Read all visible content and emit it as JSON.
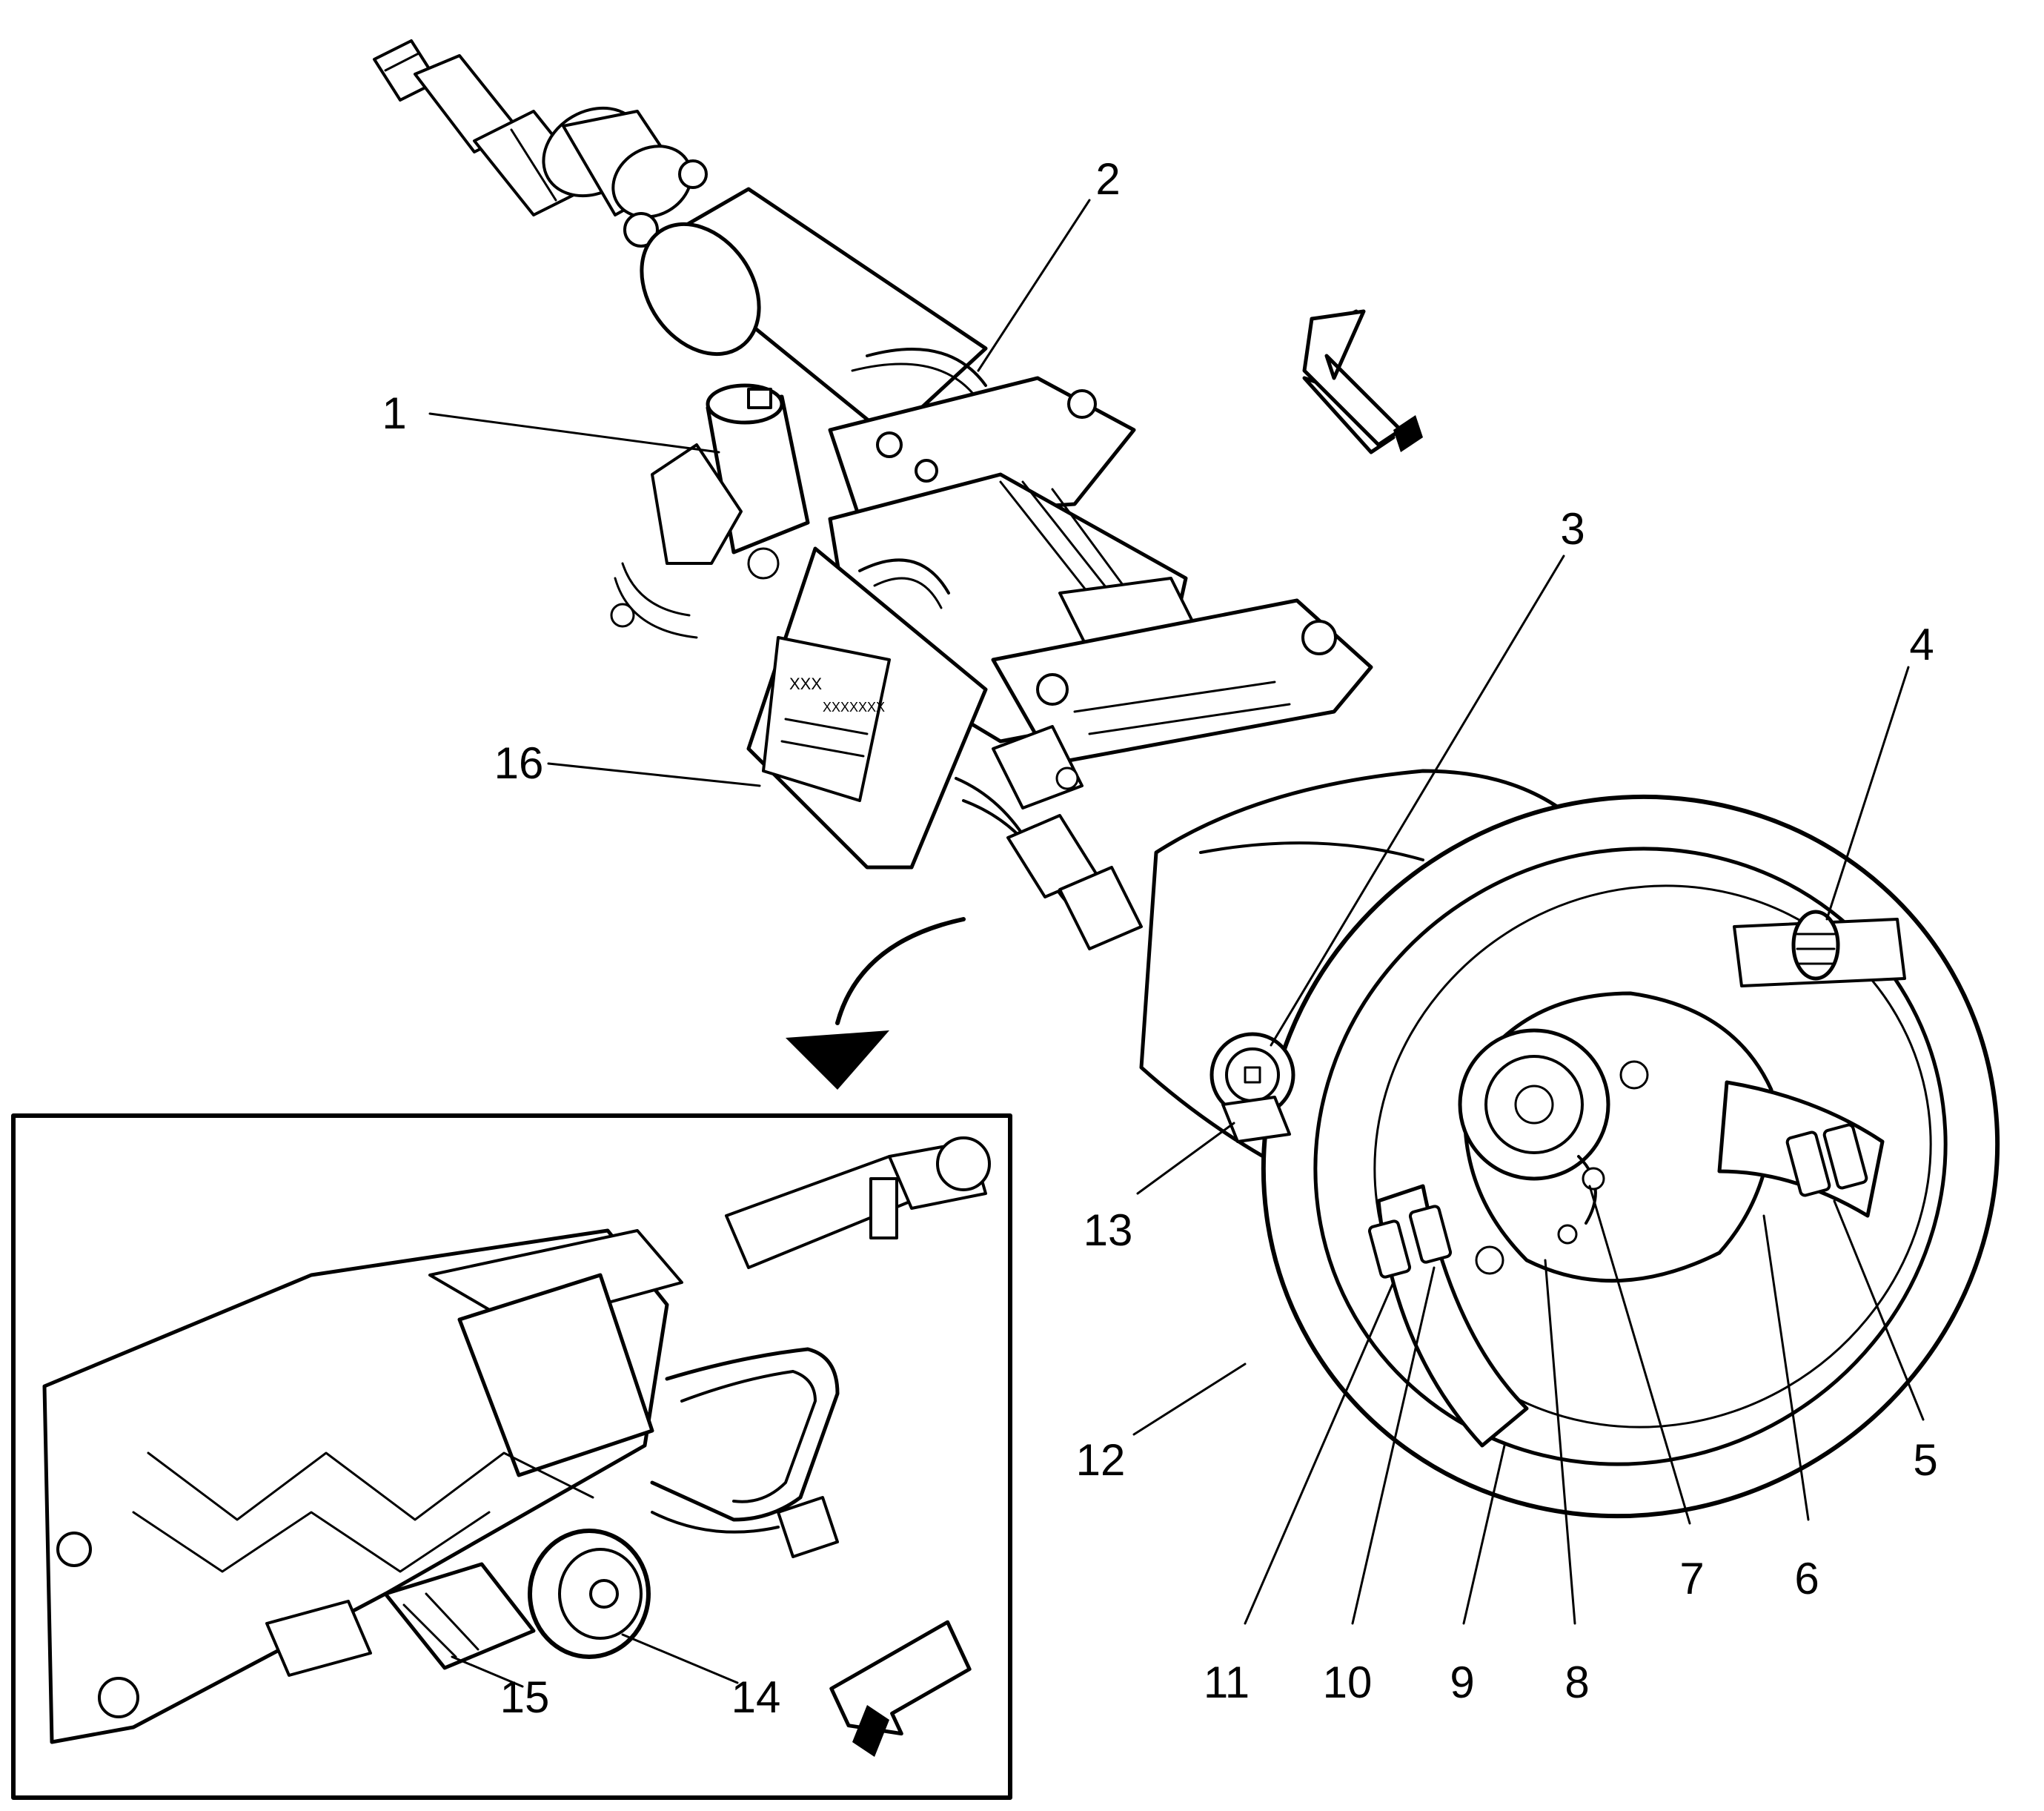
{
  "callouts": [
    {
      "id": "1",
      "label": "1"
    },
    {
      "id": "2",
      "label": "2"
    },
    {
      "id": "3",
      "label": "3"
    },
    {
      "id": "4",
      "label": "4"
    },
    {
      "id": "5",
      "label": "5"
    },
    {
      "id": "6",
      "label": "6"
    },
    {
      "id": "7",
      "label": "7"
    },
    {
      "id": "8",
      "label": "8"
    },
    {
      "id": "9",
      "label": "9"
    },
    {
      "id": "10",
      "label": "10"
    },
    {
      "id": "11",
      "label": "11"
    },
    {
      "id": "12",
      "label": "12"
    },
    {
      "id": "13",
      "label": "13"
    },
    {
      "id": "14",
      "label": "14"
    },
    {
      "id": "15",
      "label": "15"
    },
    {
      "id": "16",
      "label": "16"
    }
  ],
  "module_label": {
    "line1": "XXX",
    "line2": "XXXXXXX"
  },
  "colors": {
    "line": "#000000",
    "background": "#ffffff"
  }
}
